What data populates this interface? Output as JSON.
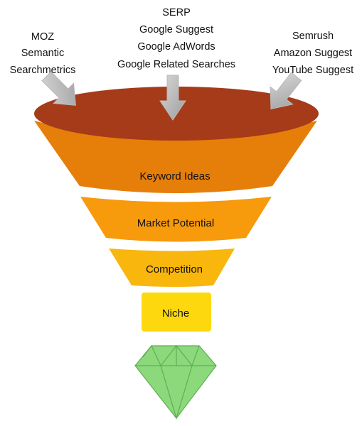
{
  "sources": {
    "left": [
      "MOZ",
      "Semantic",
      "Searchmetrics"
    ],
    "center": [
      "SERP",
      "Google Suggest",
      "Google AdWords",
      "Google Related Searches"
    ],
    "right": [
      "Semrush",
      "Amazon Suggest",
      "YouTube Suggest"
    ]
  },
  "funnel": {
    "stages": [
      {
        "label": "Keyword Ideas",
        "color": "#E67E0A"
      },
      {
        "label": "Market Potential",
        "color": "#F79A0C"
      },
      {
        "label": "Competition",
        "color": "#F9B60D"
      },
      {
        "label": "Niche",
        "color": "#FDD80F"
      }
    ],
    "rim_color": "#A63B1A",
    "gem_color": "#8BD97B",
    "gem_stroke": "#5FAE55",
    "arrow_color": "#B9B9B9"
  }
}
